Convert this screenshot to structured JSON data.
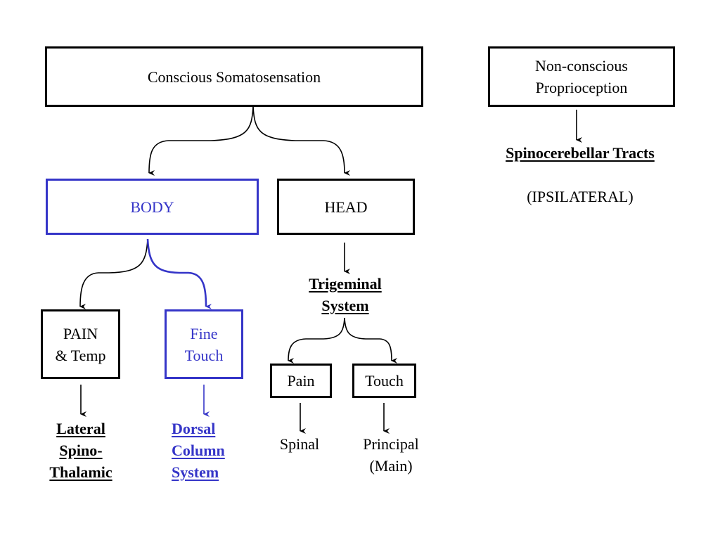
{
  "boxes": {
    "conscious": "Conscious Somatosensation",
    "nonconscious": "Non-conscious\nProprioception",
    "body": "BODY",
    "head": "HEAD",
    "pain_temp": "PAIN\n& Temp",
    "fine_touch": "Fine\nTouch",
    "pain": "Pain",
    "touch": "Touch"
  },
  "labels": {
    "spinocerebellar": "Spinocerebellar Tracts",
    "ipsilateral": "(IPSILATERAL)",
    "trigeminal": "Trigeminal\nSystem",
    "lateral_spinothalamic": "Lateral\nSpino-\nThalamic",
    "dorsal_column": "Dorsal\nColumn\nSystem",
    "spinal": "Spinal",
    "principal": "Principal\n(Main)"
  },
  "colors": {
    "black": "#000000",
    "blue": "#3535c8"
  }
}
